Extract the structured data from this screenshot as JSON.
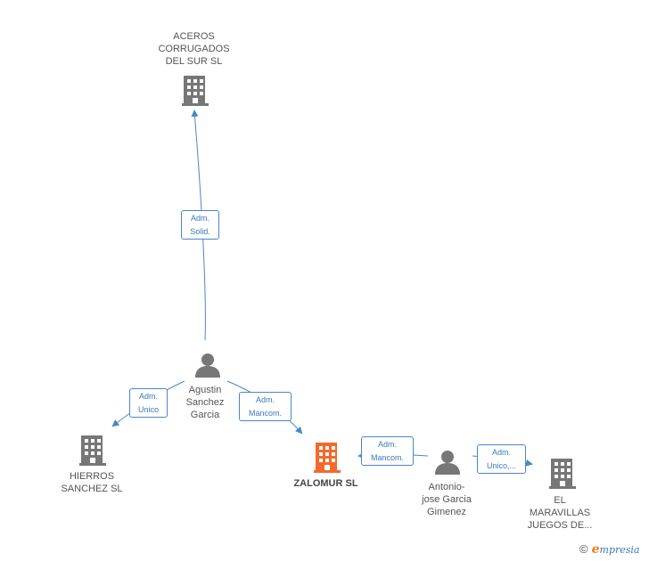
{
  "colors": {
    "line": "#4a86c8",
    "node_icon": "#777777",
    "main_icon": "#f26a2e"
  },
  "nodes": {
    "aceros": {
      "label": "ACEROS\nCORRUGADOS\nDEL SUR  SL",
      "icon": "building-icon"
    },
    "agustin": {
      "label": "Agustin\nSanchez\nGarcia",
      "icon": "person-icon"
    },
    "hierros": {
      "label": "HIERROS\nSANCHEZ SL",
      "icon": "building-icon"
    },
    "zalomur": {
      "label": "ZALOMUR SL",
      "icon": "building-icon"
    },
    "antonio": {
      "label": "Antonio-\njose Garcia\nGimenez",
      "icon": "person-icon"
    },
    "maravillas": {
      "label": "EL\nMARAVILLAS\nJUEGOS DE...",
      "icon": "building-icon"
    }
  },
  "edges": {
    "agustin_aceros": "Adm.\nSolid.",
    "agustin_hierros": "Adm.\nUnico",
    "agustin_zalomur": "Adm.\nMancom.",
    "antonio_zalomur": "Adm.\nMancom.",
    "antonio_maravillas": "Adm.\nUnico,..."
  },
  "footer": {
    "copyright": "©",
    "brand_first": "e",
    "brand_rest": "mpresia"
  }
}
